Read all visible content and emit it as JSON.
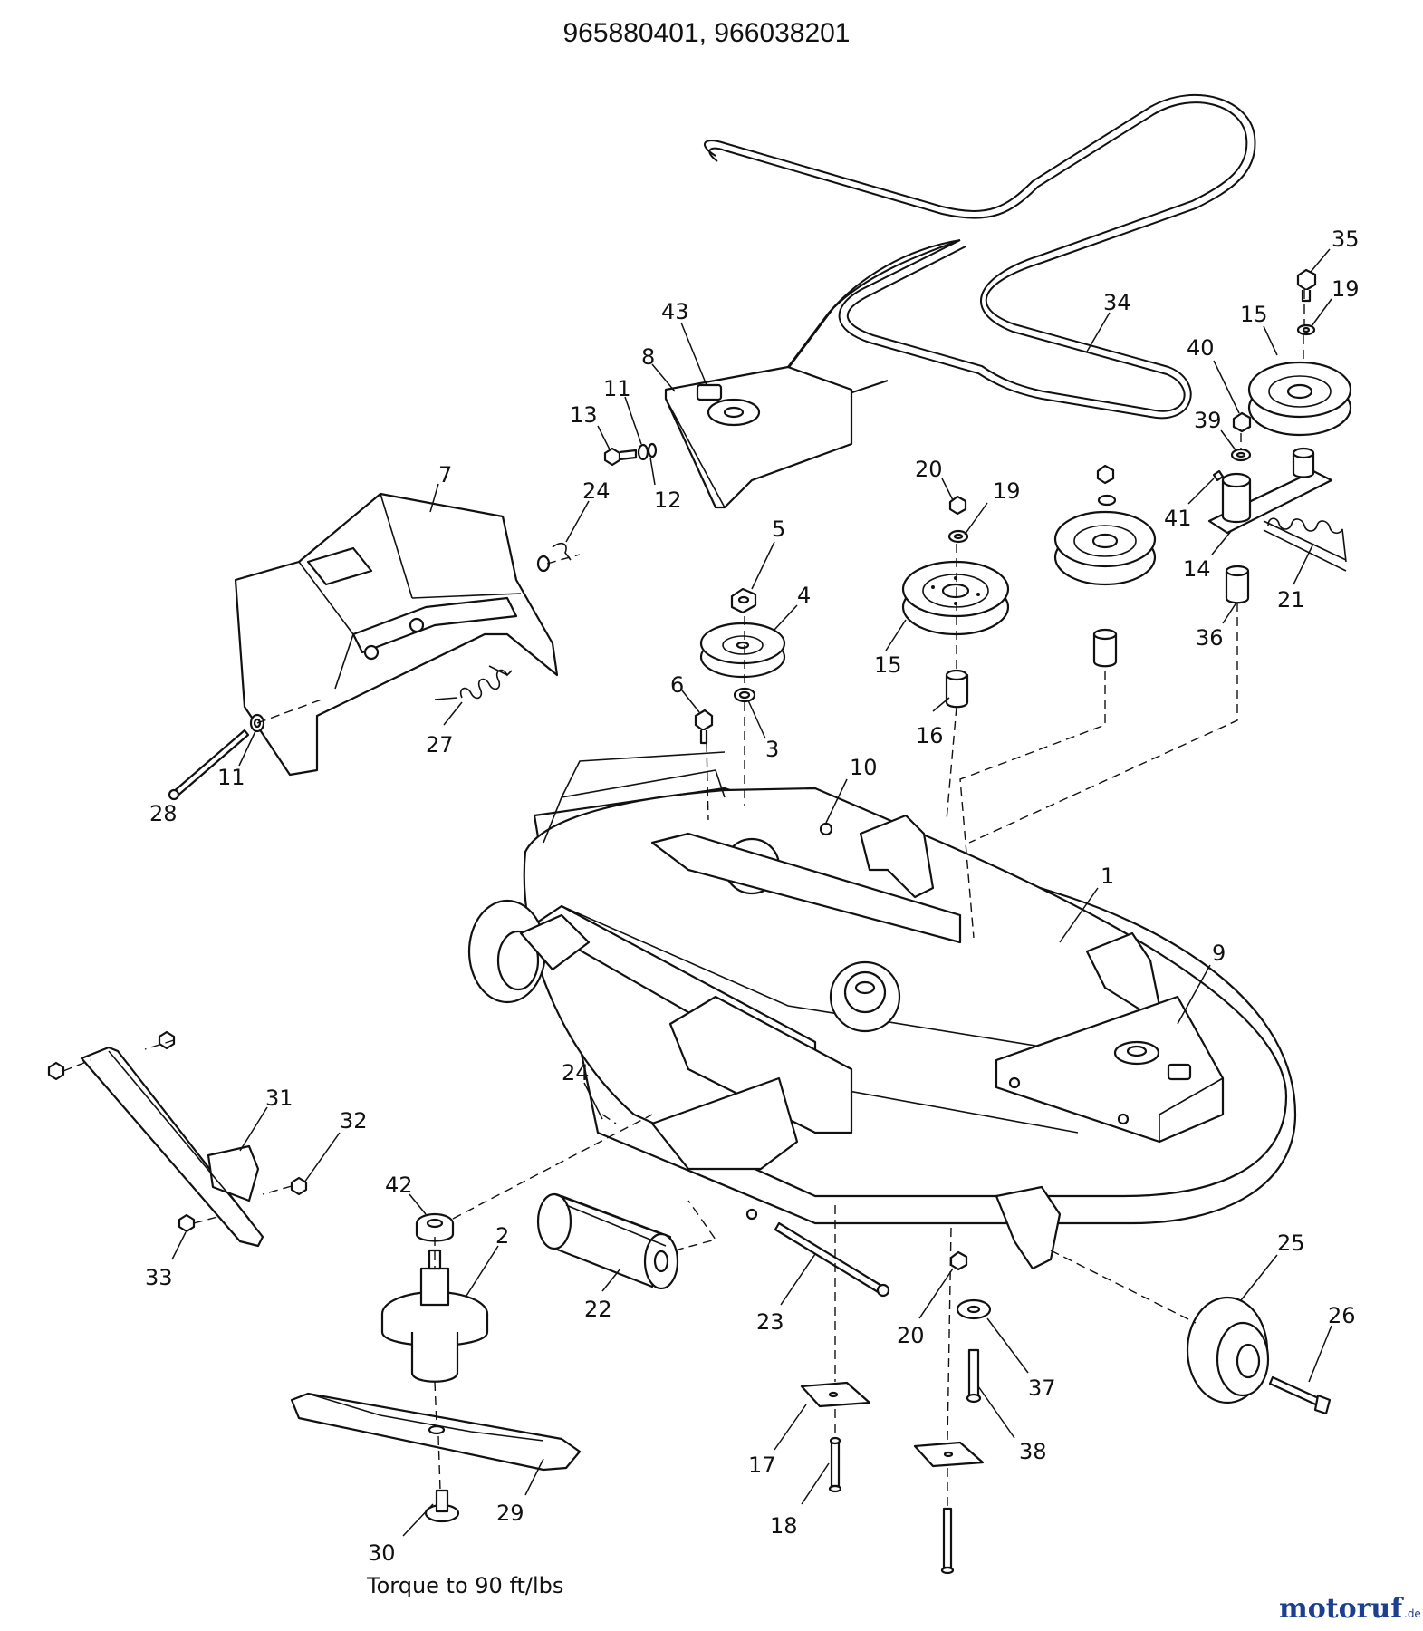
{
  "title": "965880401, 966038201",
  "note": "Torque to 90 ft/lbs",
  "watermark": {
    "name": "motoruf",
    "suffix": ".de",
    "color_main": "#1c3f8f",
    "color_accent": "#c0392b"
  },
  "callouts": [
    "1",
    "2",
    "3",
    "4",
    "5",
    "6",
    "7",
    "8",
    "9",
    "10",
    "11",
    "11",
    "12",
    "13",
    "14",
    "15",
    "15",
    "16",
    "17",
    "18",
    "19",
    "19",
    "20",
    "20",
    "21",
    "22",
    "23",
    "24",
    "24",
    "25",
    "26",
    "27",
    "28",
    "29",
    "30",
    "31",
    "32",
    "33",
    "34",
    "35",
    "36",
    "37",
    "38",
    "39",
    "40",
    "41",
    "42",
    "43"
  ]
}
